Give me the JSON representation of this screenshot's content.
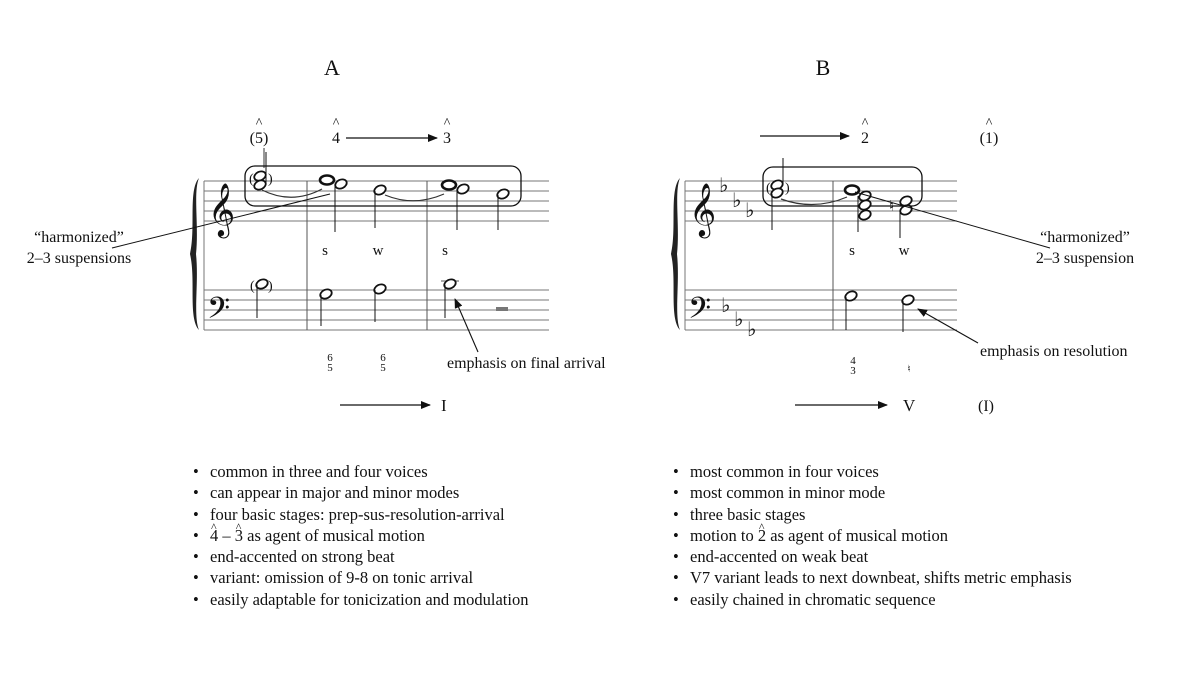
{
  "panels": {
    "A": {
      "label": "A",
      "scale_degrees": [
        {
          "caret": "^",
          "num": "(5)"
        },
        {
          "caret": "^",
          "num": "4"
        },
        {
          "caret": "^",
          "num": "3"
        }
      ],
      "paren": [
        "(",
        ")",
        "(",
        ")"
      ],
      "beat_labels": [
        "s",
        "w",
        "s"
      ],
      "figures": [
        [
          "6",
          "5"
        ],
        [
          "6",
          "5"
        ]
      ],
      "annotation_left": [
        "“harmonized”",
        "2–3 suspensions"
      ],
      "annotation_right": "emphasis on final arrival",
      "roman": "I",
      "bullets": [
        "common in three and four voices",
        "can appear in major and minor modes",
        "four basic stages: prep-sus-resolution-arrival",
        {
          "a": "4",
          "sep": " – ",
          "b": "3",
          "rest": " as agent of musical motion",
          "hat": "^"
        },
        "end-accented on strong beat",
        "variant: omission of 9-8 on tonic arrival",
        "easily adaptable for tonicization and modulation"
      ]
    },
    "B": {
      "label": "B",
      "scale_degrees": [
        {
          "caret": "^",
          "num": "2"
        },
        {
          "caret": "^",
          "num": "(1)"
        }
      ],
      "paren": [
        "(",
        ")"
      ],
      "beat_labels": [
        "s",
        "w"
      ],
      "figures": [
        [
          "4",
          "3"
        ],
        [
          "♮"
        ]
      ],
      "annotation_right": [
        "“harmonized”",
        "2–3 suspension"
      ],
      "annotation_bottom": "emphasis on resolution",
      "roman": [
        "V",
        "(I)"
      ],
      "bullets": [
        "most common in four voices",
        "most common in minor mode",
        "three basic stages",
        {
          "pre": "motion to ",
          "a": "2",
          "rest": " as agent of musical motion",
          "hat": "^"
        },
        "end-accented on weak beat",
        "V7 variant leads to next downbeat, shifts metric emphasis",
        "easily chained in chromatic sequence"
      ]
    }
  },
  "glyphs": {
    "treble_clef": "𝄞",
    "bass_clef": "𝄢",
    "flat": "♭",
    "natural": "♮"
  }
}
